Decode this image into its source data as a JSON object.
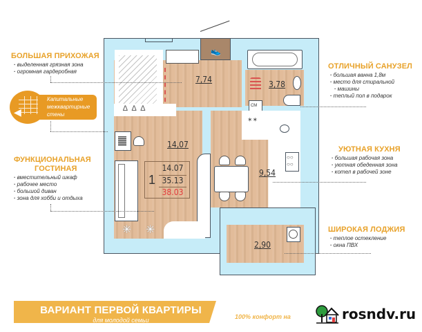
{
  "callouts": {
    "hallway": {
      "title": "БОЛЬШАЯ ПРИХОЖАЯ",
      "items": [
        "выделенная грязная зона",
        "огромная гардеробная"
      ]
    },
    "walls": {
      "label_line1": "Капитальные",
      "label_line2": "межквартирные",
      "label_line3": "стены",
      "icon": "brick-wall-megaphone-icon"
    },
    "living": {
      "title_line1": "ФУНКЦИОНАЛЬНАЯ",
      "title_line2": "ГОСТИНАЯ",
      "items": [
        "вместительный шкаф",
        "рабочее место",
        "большой диван",
        "зона для хобби и отдыха"
      ]
    },
    "bathroom": {
      "title": "ОТЛИЧНЫЙ САНУЗЕЛ",
      "items": [
        "большая ванна 1,8м",
        "место для стиральной",
        "машины",
        "теплый пол в подарок"
      ]
    },
    "kitchen": {
      "title": "УЮТНАЯ КУХНЯ",
      "items": [
        "большая рабочая зона",
        "уютная обеденная зона",
        "котел в рабочей зоне"
      ]
    },
    "loggia": {
      "title": "ШИРОКАЯ ЛОДЖИЯ",
      "items": [
        "теплое остекление",
        "окна ПВХ"
      ]
    }
  },
  "plan": {
    "rooms": {
      "hallway_area": "7,74",
      "bathroom_area": "3,78",
      "living_area": "14,07",
      "kitchen_area": "9,54",
      "loggia_area": "2,90"
    },
    "washer_label": "СМ",
    "summary": {
      "rooms_count": "1",
      "living_area": "14.07",
      "total_area": "35.13",
      "total_with_loggia": "38.03"
    }
  },
  "banner": {
    "title": "ВАРИАНТ ПЕРВОЙ КВАРТИРЫ",
    "subtitle": "для молодой семьи",
    "slogan": "100% конфорт на"
  },
  "watermark": {
    "text": "rosndv.ru",
    "icon": "house-tree-logo-icon"
  },
  "colors": {
    "accent": "#e8a22a",
    "banner": "#f0b54a",
    "wall": "#c6ecf8",
    "floor": "#e0b894",
    "entry": "#a9876a",
    "total_red": "#e23b3b"
  }
}
